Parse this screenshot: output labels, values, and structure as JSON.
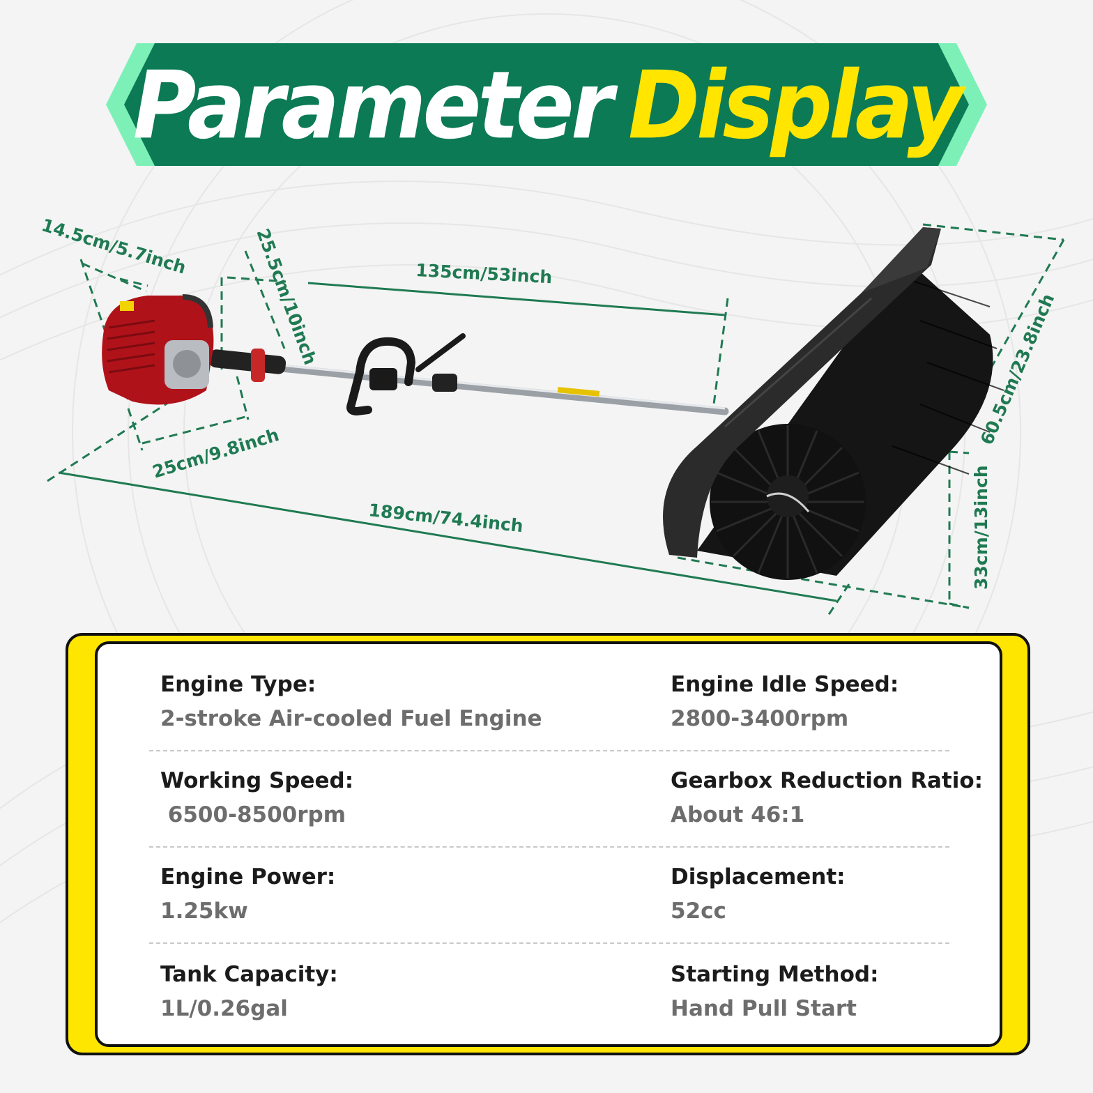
{
  "header": {
    "title_word_1": "Parameter",
    "title_word_2": "Display"
  },
  "dimensions": {
    "engine_depth": "14.5cm/5.7inch",
    "engine_height": "25.5cm/10inch",
    "engine_width": "25cm/9.8inch",
    "shaft_length": "135cm/53inch",
    "total_length": "189cm/74.4inch",
    "brush_width": "60.5cm/23.8inch",
    "brush_height": "33cm/13inch"
  },
  "specs": {
    "rows": [
      {
        "left": {
          "label": "Engine Type:",
          "value": "2-stroke Air-cooled Fuel Engine"
        },
        "right": {
          "label": "Engine Idle Speed:",
          "value": "2800-3400rpm"
        }
      },
      {
        "left": {
          "label": "Working Speed:",
          "value": " 6500-8500rpm"
        },
        "right": {
          "label": "Gearbox Reduction Ratio:",
          "value": "About 46:1"
        }
      },
      {
        "left": {
          "label": "Engine Power:",
          "value": "1.25kw"
        },
        "right": {
          "label": "Displacement:",
          "value": "52cc"
        }
      },
      {
        "left": {
          "label": "Tank Capacity:",
          "value": "1L/0.26gal"
        },
        "right": {
          "label": "Starting Method:",
          "value": "Hand Pull Start"
        }
      }
    ]
  },
  "colors": {
    "banner_green": "#0b7a55",
    "banner_accent": "#7df0b8",
    "title_yellow": "#ffe500",
    "dimension_green": "#1f7a52",
    "frame_yellow": "#ffe600",
    "engine_red": "#b0121a"
  }
}
